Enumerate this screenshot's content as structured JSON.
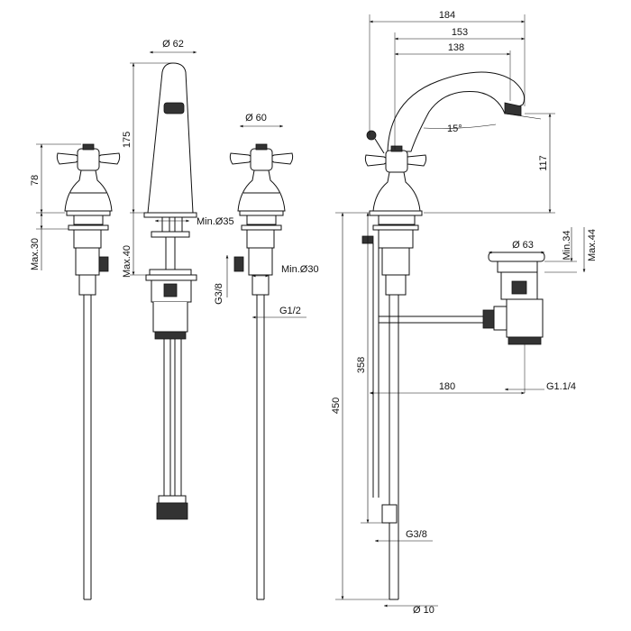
{
  "dimensions": {
    "handle_height": "78",
    "handle_max": "Max.30",
    "spout_diameter": "Ø 62",
    "spout_height": "175",
    "spout_max": "Max.40",
    "spout_hole_min": "Min.Ø35",
    "valve_diameter": "Ø 60",
    "valve_hole_min": "Min.Ø30",
    "thread_side": "G3/8",
    "thread_valve": "G1/2",
    "overall_reach": "184",
    "reach_153": "153",
    "reach_138": "138",
    "angle": "15°",
    "outlet_height": "117",
    "waste_diameter": "Ø 63",
    "waste_min": "Min.34",
    "waste_max": "Max.44",
    "side_358": "358",
    "side_450": "450",
    "waste_offset": "180",
    "waste_thread": "G1.1/4",
    "side_thread": "G3/8",
    "pipe_diameter": "Ø 10"
  }
}
